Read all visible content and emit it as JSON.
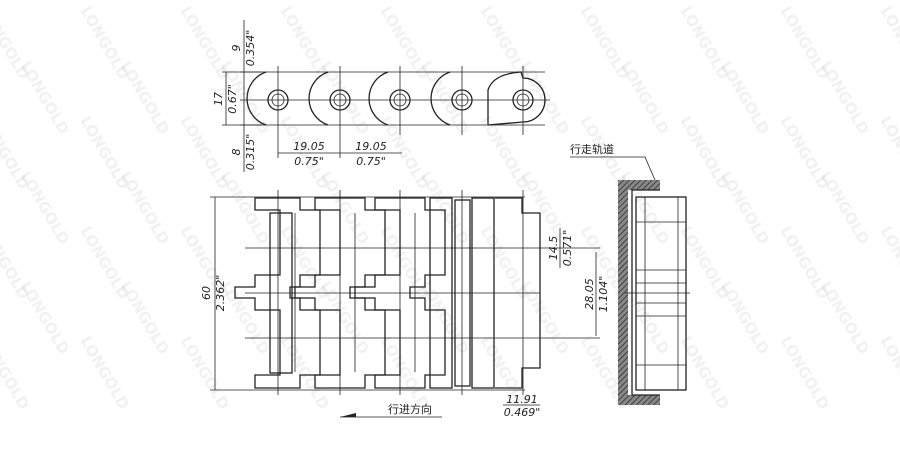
{
  "watermark": "LONGOLD",
  "top_view": {
    "dim_top_mm": "9",
    "dim_top_in": "0.354\"",
    "dim_mid_mm": "17",
    "dim_mid_in": "0.67\"",
    "dim_bot_mm": "8",
    "dim_bot_in": "0.315\"",
    "pitch1_mm": "19.05",
    "pitch1_in": "0.75\"",
    "pitch2_mm": "19.05",
    "pitch2_in": "0.75\""
  },
  "plan_view": {
    "width_mm": "60",
    "width_in": "2.362\"",
    "dim_a_mm": "14.5",
    "dim_a_in": "0.571\"",
    "dim_b_mm": "28.05",
    "dim_b_in": "1.104\"",
    "dim_c_mm": "11.91",
    "dim_c_in": "0.469\"",
    "direction_label": "行进方向"
  },
  "side_view": {
    "track_label": "行走轨道"
  }
}
